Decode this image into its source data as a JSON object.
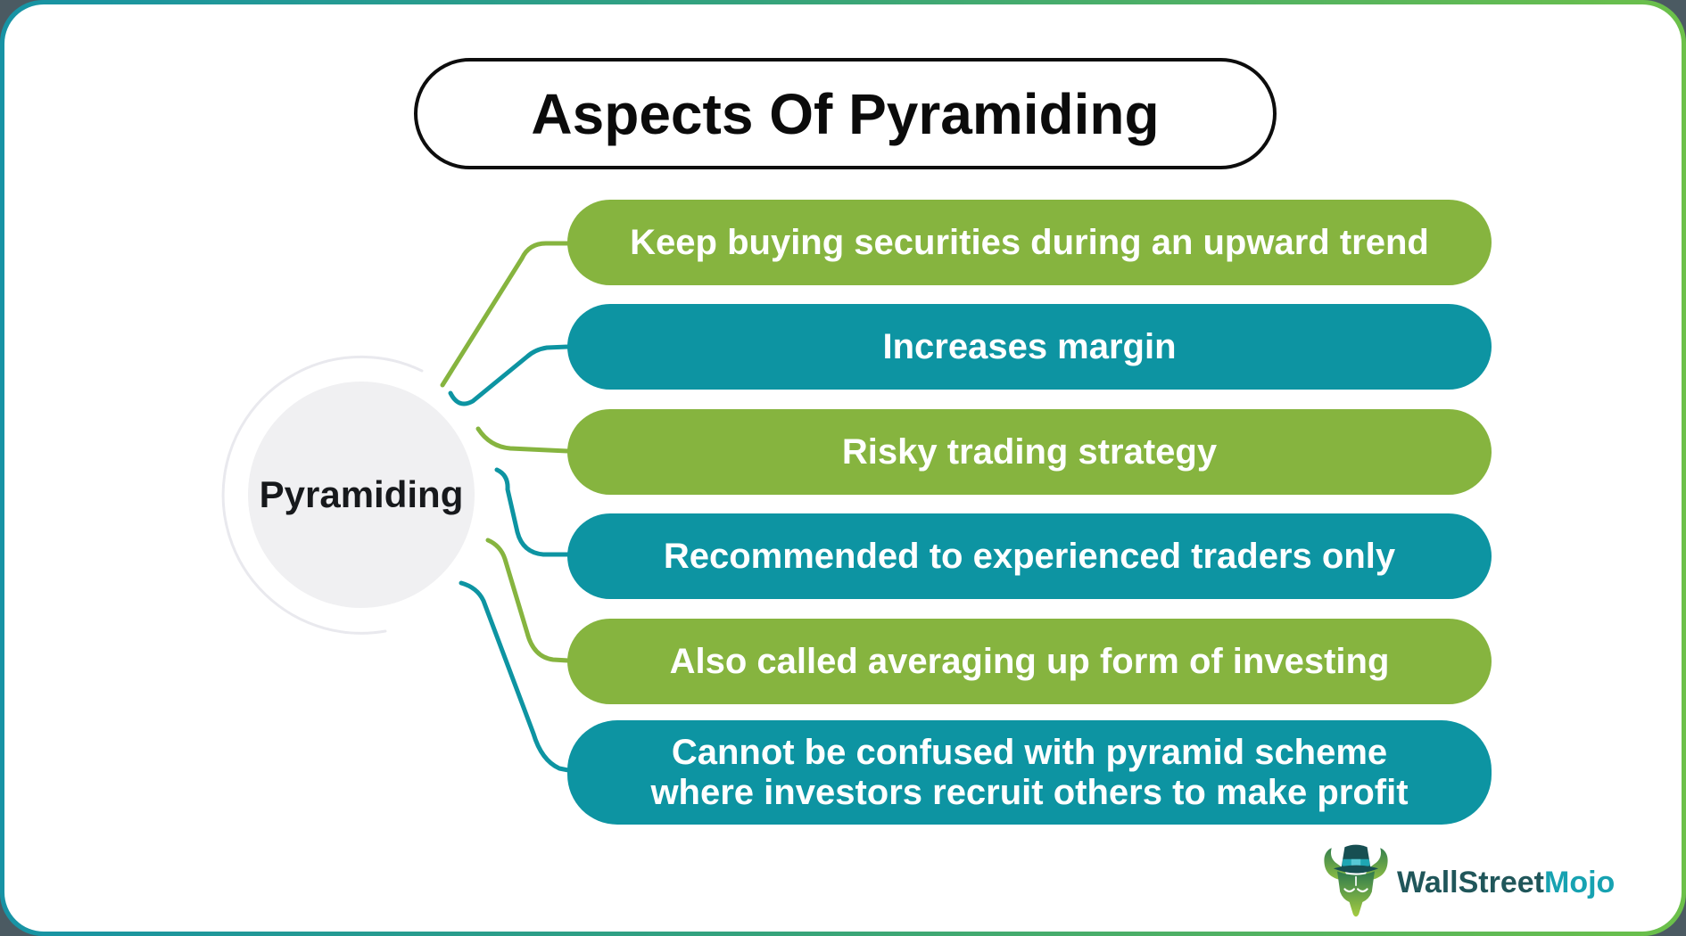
{
  "title": {
    "text": "Aspects Of Pyramiding"
  },
  "center": {
    "label": "Pyramiding"
  },
  "aspects": [
    {
      "text": "Keep buying securities during an upward trend",
      "shade": "green",
      "color": "#86B43F"
    },
    {
      "text": "Increases margin",
      "shade": "teal",
      "color": "#0D94A2"
    },
    {
      "text": "Risky trading strategy",
      "shade": "green",
      "color": "#86B43F"
    },
    {
      "text": "Recommended to experienced traders only",
      "shade": "teal",
      "color": "#0D94A2"
    },
    {
      "text": "Also called averaging up form of investing",
      "shade": "green",
      "color": "#86B43F"
    },
    {
      "text": "Cannot be confused with pyramid scheme where investors recruit others to make profit",
      "line1": "Cannot be confused with pyramid scheme",
      "line2": "where investors recruit others to make profit",
      "shade": "teal",
      "color": "#0D94A2"
    }
  ],
  "logo": {
    "brand_part1": "WallStreet",
    "brand_part2": "Mojo",
    "part1_color": "#20565A",
    "part2_color": "#17A2B1",
    "icon": "bull-with-top-hat-icon"
  },
  "colors": {
    "accent_green": "#86B43F",
    "accent_teal": "#0D94A2",
    "card_background": "#FFFFFF",
    "page_background": "#4B5A62",
    "card_border_gradient_start": "#1793A5",
    "card_border_gradient_end": "#6CC04A",
    "title_border": "#0D0D0D",
    "center_circle_fill": "#F0F0F2",
    "center_ring_stroke": "#E9E9EE"
  }
}
